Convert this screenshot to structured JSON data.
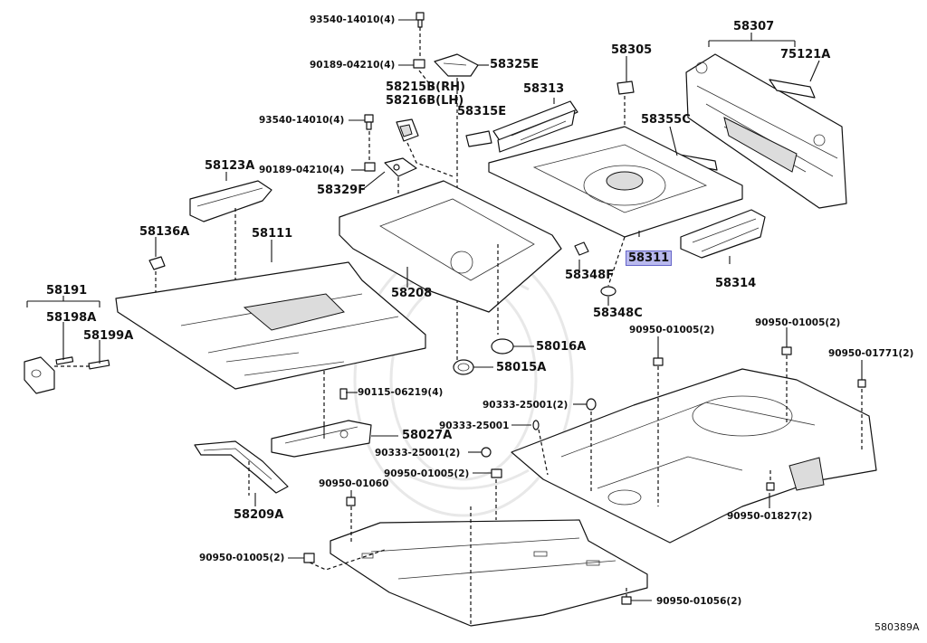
{
  "diagram_code": "580389A",
  "labels": {
    "l_93540_top": "93540-14010(4)",
    "l_90189_top": "90189-04210(4)",
    "l_58325E": "58325E",
    "l_58215B": "58215B(RH)",
    "l_58216B": "58216B(LH)",
    "l_93540_mid": "93540-14010(4)",
    "l_58315E": "58315E",
    "l_58313": "58313",
    "l_58305": "58305",
    "l_58307": "58307",
    "l_75121A": "75121A",
    "l_58355C": "58355C",
    "l_58123A": "58123A",
    "l_90189_mid": "90189-04210(4)",
    "l_58329F": "58329F",
    "l_58136A": "58136A",
    "l_58111": "58111",
    "l_58311": "58311",
    "l_58348F": "58348F",
    "l_58314": "58314",
    "l_58191": "58191",
    "l_58198A": "58198A",
    "l_58199A": "58199A",
    "l_58208": "58208",
    "l_58348C": "58348C",
    "l_90950_01005_a": "90950-01005(2)",
    "l_90950_01005_b": "90950-01005(2)",
    "l_58016A": "58016A",
    "l_58015A": "58015A",
    "l_90950_01771": "90950-01771(2)",
    "l_90115": "90115-06219(4)",
    "l_90333_a": "90333-25001(2)",
    "l_90333_b": "90333-25001",
    "l_58027A": "58027A",
    "l_90333_c": "90333-25001(2)",
    "l_90950_01005_c": "90950-01005(2)",
    "l_90950_01060": "90950-01060",
    "l_58209A": "58209A",
    "l_90950_01827": "90950-01827(2)",
    "l_90950_01005_d": "90950-01005(2)",
    "l_90950_01056": "90950-01056(2)"
  },
  "colors": {
    "highlight": "#b9b9ee",
    "highlight_border": "#6464c8",
    "ink": "#111111"
  }
}
